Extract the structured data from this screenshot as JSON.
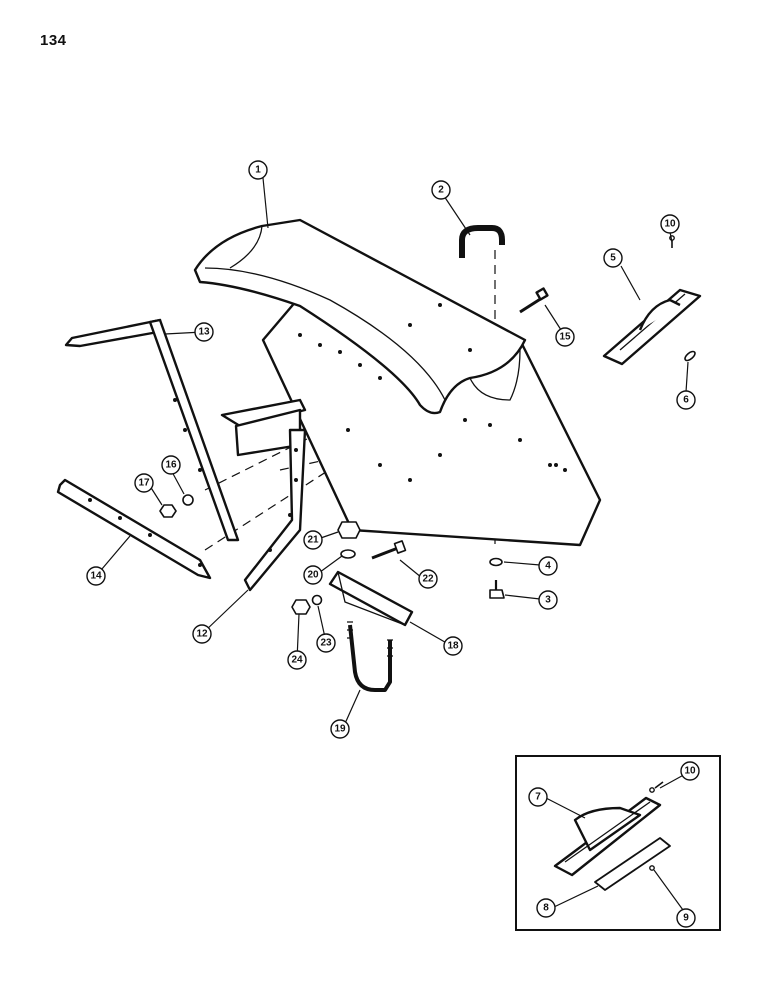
{
  "page": {
    "number": "134"
  },
  "callouts": [
    "1",
    "2",
    "3",
    "4",
    "5",
    "6",
    "7",
    "8",
    "9",
    "10",
    "10",
    "12",
    "13",
    "14",
    "15",
    "16",
    "17",
    "18",
    "19",
    "20",
    "21",
    "22",
    "23",
    "24"
  ]
}
